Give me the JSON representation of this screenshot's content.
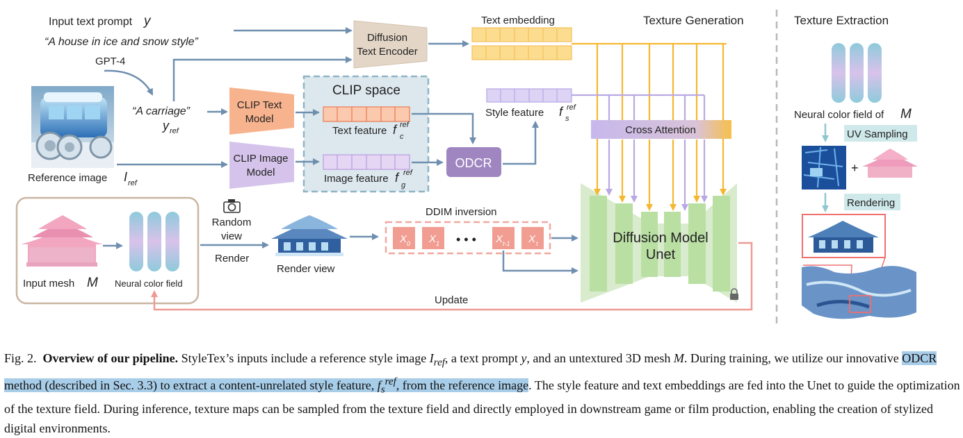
{
  "diagram": {
    "prompt_label": "Input text prompt",
    "prompt_symbol": "y",
    "prompt_text": "“A house in ice and snow style”",
    "gpt_label": "GPT-4",
    "carriage_text": "“A carriage”",
    "y_ref_symbol": "y",
    "y_ref_sub": "ref",
    "reference_label": "Reference image",
    "i_ref_symbol": "I",
    "i_ref_sub": "ref",
    "diffusion_encoder": [
      "Diffusion",
      "Text Encoder"
    ],
    "text_embedding_label": "Text embedding",
    "texture_generation_title": "Texture Generation",
    "texture_extraction_title": "Texture Extraction",
    "clip_space_title": "CLIP space",
    "clip_text_model": [
      "CLIP Text",
      "Model"
    ],
    "clip_image_model": [
      "CLIP Image",
      "Model"
    ],
    "text_feature_label": "Text feature",
    "image_feature_label": "Image feature",
    "f_symbol": "f",
    "f_sup": "ref",
    "f_c_sub": "c",
    "f_g_sub": "g",
    "f_s_sub": "s",
    "odcr_label": "ODCR",
    "style_feature_label": "Style feature",
    "cross_attention_label": "Cross Attention",
    "unet_label": [
      "Diffusion Model",
      "Unet"
    ],
    "random_view_label": [
      "Random",
      "view"
    ],
    "render_label": "Render",
    "render_view_label": "Render view",
    "ddim_label": "DDIM inversion",
    "x_symbol": "X",
    "x_subs": [
      "0",
      "1",
      "t-1",
      "t"
    ],
    "dots": "• • •",
    "input_mesh_label": "Input mesh",
    "mesh_symbol": "M",
    "neural_color_field_label": "Neural color field",
    "neural_color_field_of_label": "Neural color field of",
    "uv_sampling_label": "UV Sampling",
    "plus": "+",
    "rendering_label": "Rendering",
    "update_label": "Update"
  },
  "caption": {
    "fig_label": "Fig. 2.",
    "title": "Overview of our pipeline.",
    "seg1": " StyleTex’s inputs include a reference style image ",
    "seg1_math": "I",
    "seg1_sub": "ref",
    "seg2": ", a text prompt ",
    "seg2_math": "y",
    "seg3": ", and an untextured 3D mesh ",
    "seg3_math": "M",
    "seg4": ". During training, we utilize our innovative ",
    "highlight_a": "ODCR method (described in Sec. 3.3) to extract a content-unrelated style feature, ",
    "hl_math": "f",
    "hl_sub": "s",
    "hl_sup": "ref",
    "highlight_b": ", from the reference image",
    "rest": ". The style feature and text embeddings are fed into the Unet to guide the optimization of the texture field. During inference, texture maps can be sampled from the texture field and directly employed in downstream game or film production, enabling the creation of stylized digital environments."
  },
  "colors": {
    "arrow_blue": "#6f8faf",
    "arrow_gold": "#f5b731",
    "arrow_purple": "#b9a9e3",
    "arrow_pink": "#ee9a94",
    "clip_text_orange": "#f7b38e",
    "clip_image_purple": "#d5c3eb",
    "odcr_purple": "#9f86c0",
    "unet_green": "#d8ebcc",
    "embedding_yellow": "#fcdc8f"
  }
}
